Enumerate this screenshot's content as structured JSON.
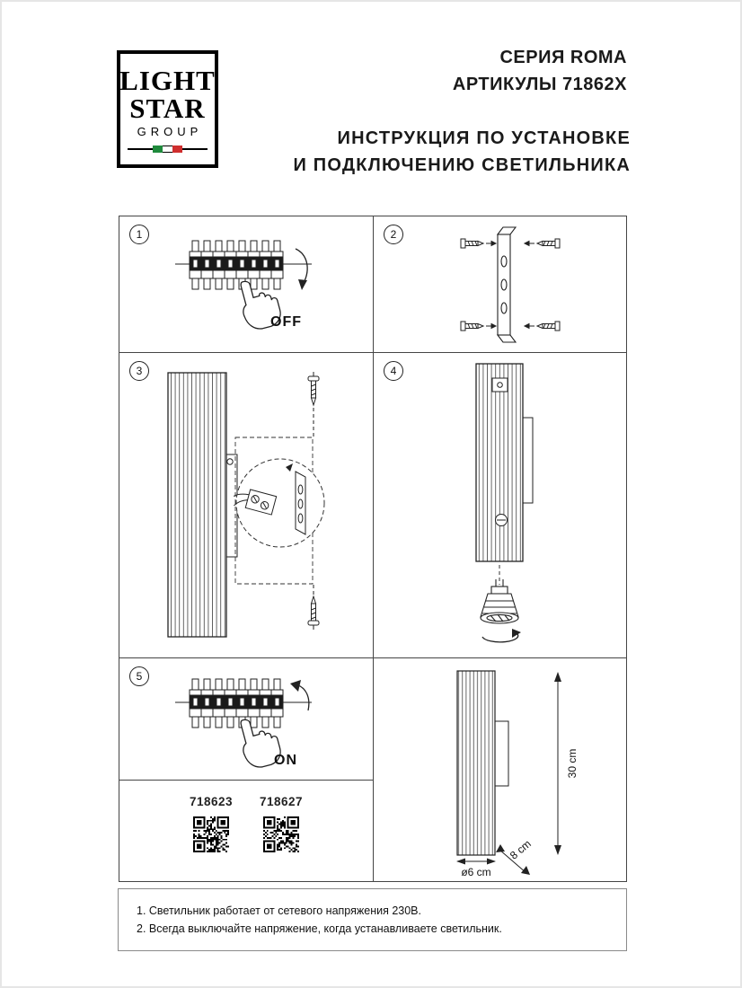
{
  "brand": {
    "logo_line1": "LIGHT",
    "logo_line2": "STAR",
    "logo_line3": "GROUP",
    "flag_green": "#1f8a3c",
    "flag_white": "#ffffff",
    "flag_red": "#cf2e2e"
  },
  "header": {
    "series": "СЕРИЯ ROMA",
    "articles": "АРТИКУЛЫ 71862X",
    "instruction_line1": "ИНСТРУКЦИЯ ПО УСТАНОВКЕ",
    "instruction_line2": "И ПОДКЛЮЧЕНИЮ СВЕТИЛЬНИКА"
  },
  "steps": [
    {
      "number": "1",
      "caption": "OFF"
    },
    {
      "number": "2",
      "caption": ""
    },
    {
      "number": "3",
      "caption": ""
    },
    {
      "number": "4",
      "caption": ""
    },
    {
      "number": "5",
      "caption": "ON"
    }
  ],
  "articles_panel": {
    "items": [
      {
        "code": "718623"
      },
      {
        "code": "718627"
      }
    ]
  },
  "dimensions": {
    "height": "30 cm",
    "depth": "8 cm",
    "diameter": "ø6 cm"
  },
  "notes": [
    "1. Светильник работает от сетевого напряжения 230В.",
    "2. Всегда выключайте напряжение, когда устанавливаете светильник."
  ]
}
